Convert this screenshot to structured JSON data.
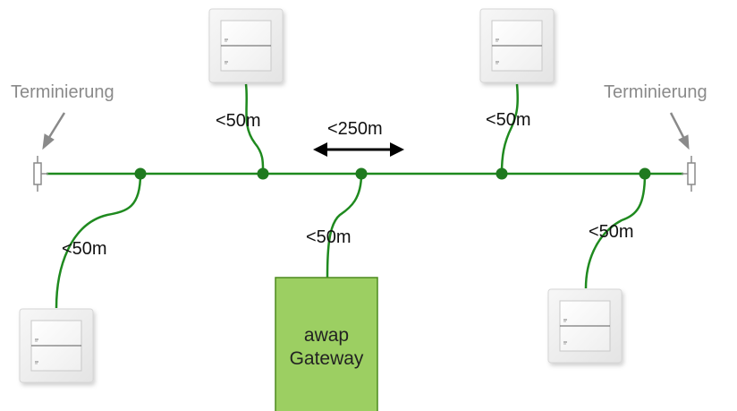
{
  "diagram": {
    "colors": {
      "bus": "#1f8a1f",
      "gateway_fill": "#9ccf62",
      "gateway_stroke": "#4c8a1e",
      "arrow": "#000000",
      "termination": "#8a8a8a"
    },
    "termination_left": "Terminierung",
    "termination_right": "Terminierung",
    "bus_length_label": "<250m",
    "stub_labels": {
      "top_left": "<50m",
      "top_right": "<50m",
      "bottom_left": "<50m",
      "gateway": "<50m",
      "bottom_right": "<50m"
    },
    "gateway": {
      "line1": "awap",
      "line2": "Gateway"
    },
    "devices": [
      {
        "name": "switch-top-left"
      },
      {
        "name": "switch-top-right"
      },
      {
        "name": "switch-bottom-left"
      },
      {
        "name": "switch-bottom-right"
      }
    ]
  }
}
